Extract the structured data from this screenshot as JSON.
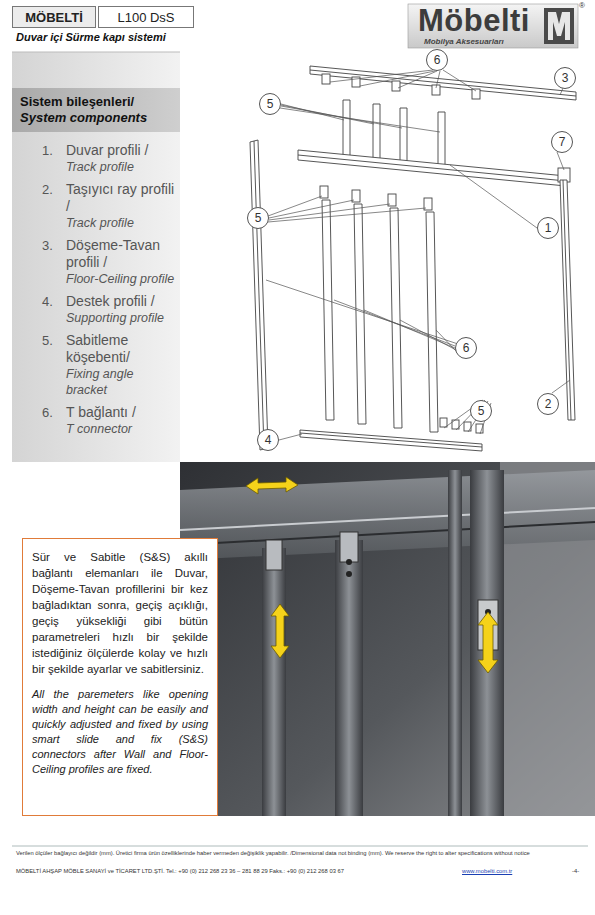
{
  "diagram": {
    "nodes": [
      {
        "text": [
          "MÖBELTİ"
        ]
      },
      {
        "text": [
          "L100 DsS"
        ]
      },
      {
        "text": [
          "Sistem bileşenleri/",
          "System components"
        ]
      },
      {
        "text": [
          "6"
        ]
      },
      {
        "text": [
          "3"
        ]
      },
      {
        "text": [
          "5"
        ]
      },
      {
        "text": [
          "7"
        ]
      },
      {
        "text": [
          "5"
        ]
      },
      {
        "text": [
          "1"
        ]
      },
      {
        "text": [
          "6"
        ]
      },
      {
        "text": [
          "2"
        ]
      },
      {
        "text": [
          "5"
        ]
      },
      {
        "text": [
          "4"
        ]
      },
      {
        "text": [
          "Sür ve Sabitle (S&S) akıllı bağlantı elemanları ile Duvar, Döşeme-Tavan profillerini bir kez bağladıktan sonra, geçiş açıklığı, geçiş yüksekliği gibi bütün parametreleri hızlı bir şekilde istediğiniz ölçülerde kolay ve hızlı bir şekilde ayarlar ve sabitlersiniz.",
          "All the paremeters like opening width and height can be easily and quickly adjusted and fixed by using smart slide and fix (S&S) connectors after Wall and Floor-Ceiling profiles are fixed."
        ]
      }
    ],
    "labels": [
      "Duvar içi Sürme kapı sistemi",
      "Möbelti",
      "®",
      "Mobilya Aksesuarları",
      "1.",
      "Duvar profili /",
      "Track profile",
      "2.",
      "Taşıyıcı ray profili /",
      "Track profile",
      "3.",
      "Döşeme-Tavan profili /",
      "Floor-Ceiling profile",
      "4.",
      "Destek profili /",
      "Supporting profile",
      "5.",
      "Sabitleme köşebenti/",
      "Fixing angle bracket",
      "6.",
      "T bağlantı /",
      "T connector",
      "Verilen ölçüler bağlayıcı değildir (mm). Üretici firma ürün özelliklerinde haber vermeden değişiklik yapabilir. /Dimensional data not binding (mm). We reserve the right to alter specifications without notice",
      "MÖBELTİ AHŞAP MÖBLE SANAYİ ve TİCARET LTD.ŞTİ. Tel.: +90 (0) 212 268 23 36 – 281 88 29 Faks.: +90 (0) 212 268 03 67",
      "www.mobelti.com.tr",
      "-4-"
    ]
  }
}
